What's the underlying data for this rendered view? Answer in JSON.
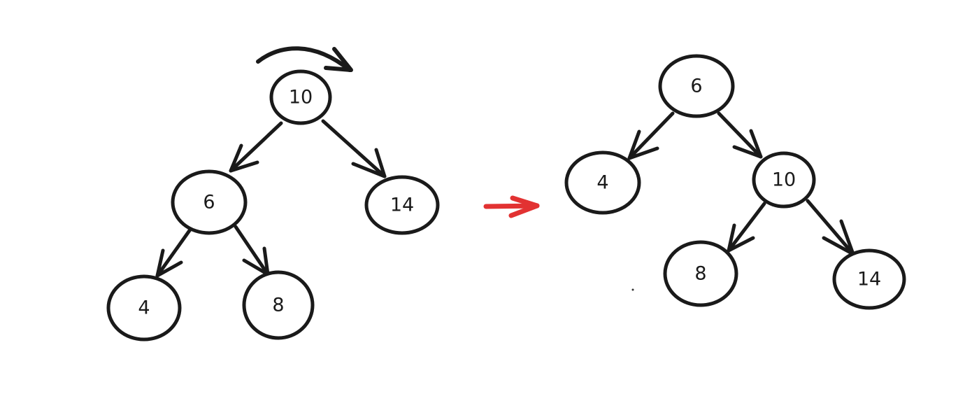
{
  "colors": {
    "stroke": "#1a1a1a",
    "arrow_accent": "#e23232",
    "background": "#ffffff"
  },
  "before_tree": {
    "root": "10",
    "nodes": [
      {
        "id": "b10",
        "label": "10"
      },
      {
        "id": "b6",
        "label": "6"
      },
      {
        "id": "b14",
        "label": "14"
      },
      {
        "id": "b4",
        "label": "4"
      },
      {
        "id": "b8",
        "label": "8"
      }
    ],
    "edges": [
      {
        "from": "10",
        "to": "6"
      },
      {
        "from": "10",
        "to": "14"
      },
      {
        "from": "6",
        "to": "4"
      },
      {
        "from": "6",
        "to": "8"
      }
    ]
  },
  "after_tree": {
    "root": "6",
    "nodes": [
      {
        "id": "a6",
        "label": "6"
      },
      {
        "id": "a4",
        "label": "4"
      },
      {
        "id": "a10",
        "label": "10"
      },
      {
        "id": "a8",
        "label": "8"
      },
      {
        "id": "a14",
        "label": "14"
      }
    ],
    "edges": [
      {
        "from": "6",
        "to": "4"
      },
      {
        "from": "6",
        "to": "10"
      },
      {
        "from": "10",
        "to": "8"
      },
      {
        "from": "10",
        "to": "14"
      }
    ]
  },
  "rotation_icon": "clockwise-curved-arrow-icon",
  "transition_icon": "right-arrow-icon"
}
